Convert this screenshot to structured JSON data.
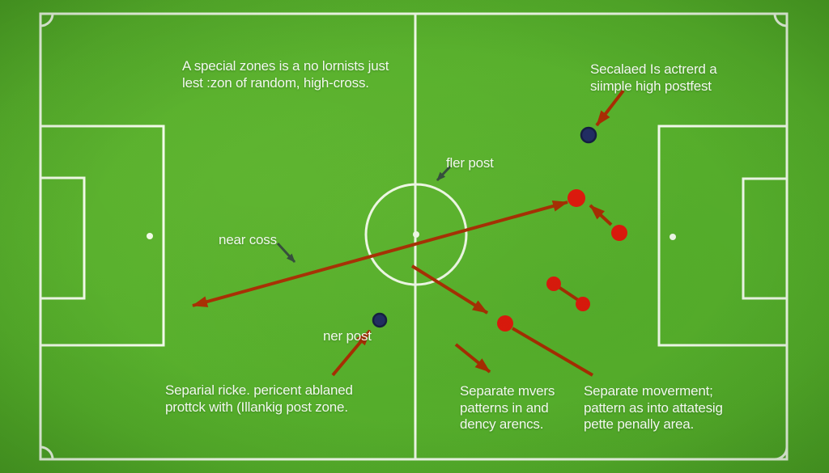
{
  "colors": {
    "field_green": "#57b12c",
    "field_green_edge": "#4a9c24",
    "line_white": "#f3fbec",
    "red_dot": "#e2150c",
    "red_arrow": "#a92b02",
    "navy_dot": "#1f2a63",
    "navy_dot_edge": "#121a42",
    "dark_arrow": "#32493c",
    "text_white": "#f2f8ee"
  },
  "annotations": {
    "top_left": {
      "lines": [
        "A special zones is a no lornists just",
        "lest :zon of random, high-cross."
      ]
    },
    "top_right": {
      "lines": [
        "Secalaed Is actrerd a",
        "siimple high postfest"
      ]
    },
    "far_post_label": "fler post",
    "near_cross_label": "near coss",
    "near_post_label": "ner post",
    "bottom_left": {
      "lines": [
        "Separial ricke. pericent ablaned",
        "prottck with (Illankig post zone."
      ]
    },
    "bottom_middle": {
      "lines": [
        "Separate mvers",
        "patterns in and",
        "dency arencs."
      ]
    },
    "bottom_right": {
      "lines": [
        "Separate moverment;",
        "pattern as into attatesig",
        "pette penally area."
      ]
    }
  }
}
